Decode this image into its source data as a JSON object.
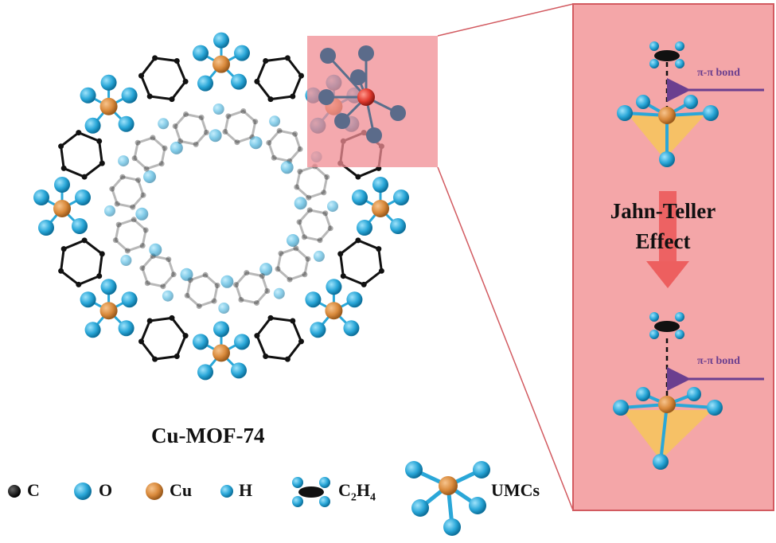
{
  "figure": {
    "title": "Cu-MOF-74",
    "effect_label_line1": "Jahn-Teller",
    "effect_label_line2": "Effect",
    "bond_label": "π-π bond",
    "legend": {
      "c": "C",
      "o": "O",
      "cu": "Cu",
      "h": "H",
      "c2h4_main": "C",
      "c2h4_sub1": "2",
      "c2h4_mid": "H",
      "c2h4_sub2": "4",
      "umcs": "UMCs"
    }
  },
  "colors": {
    "panel_pink": "#f4a6a8",
    "highlight_pink": "#f08c93",
    "oxygen_blue": "#2aa7d8",
    "copper_orange": "#d98a3c",
    "carbon_black": "#111111",
    "arrow_red": "#ec5b5b",
    "bond_purple": "#6b3f8f",
    "pyramid_yellow": "#f6c65a"
  }
}
